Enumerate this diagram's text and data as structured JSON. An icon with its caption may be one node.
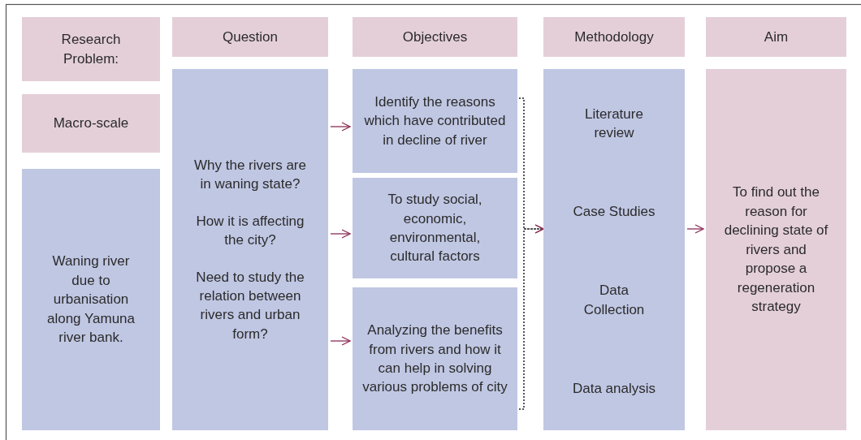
{
  "diagram": {
    "nodes": [
      {
        "text": [
          "Research Problem:"
        ]
      },
      {
        "text": [
          "Question"
        ]
      },
      {
        "text": [
          "Objectives"
        ]
      },
      {
        "text": [
          "Methodology"
        ]
      },
      {
        "text": [
          "Aim"
        ]
      },
      {
        "text": [
          "Macro-scale"
        ]
      },
      {
        "text": [
          "Waning river due to urbanisation along Yamuna river bank."
        ]
      },
      {
        "text": [
          "Why the rivers are in waning state?",
          "How it is affecting the city?",
          "Need to study the relation between rivers and urban form?"
        ]
      },
      {
        "text": [
          "Identify the reasons which have contributed in decline of river"
        ]
      },
      {
        "text": [
          "To study social, economic, environmental, cultural factors"
        ]
      },
      {
        "text": [
          "Analyzing the benefits from rivers and how it can help in solving various problems of city"
        ]
      },
      {
        "text": [
          "Literature review",
          "Case Studies",
          "Data Collection",
          "Data analysis"
        ]
      },
      {
        "text": [
          "To find out the reason for declining state of rivers and propose a regeneration strategy"
        ]
      }
    ],
    "edges": [
      {
        "from": 7,
        "to": 8,
        "arrow": "to"
      },
      {
        "from": 7,
        "to": 9,
        "arrow": "to"
      },
      {
        "from": 7,
        "to": 10,
        "arrow": "to"
      },
      {
        "from": 8,
        "to": 11,
        "arrow": "to",
        "style": "dashed"
      },
      {
        "from": 10,
        "to": 11,
        "arrow": "to",
        "style": "dashed"
      },
      {
        "from": 11,
        "to": 12,
        "arrow": "to"
      }
    ]
  }
}
